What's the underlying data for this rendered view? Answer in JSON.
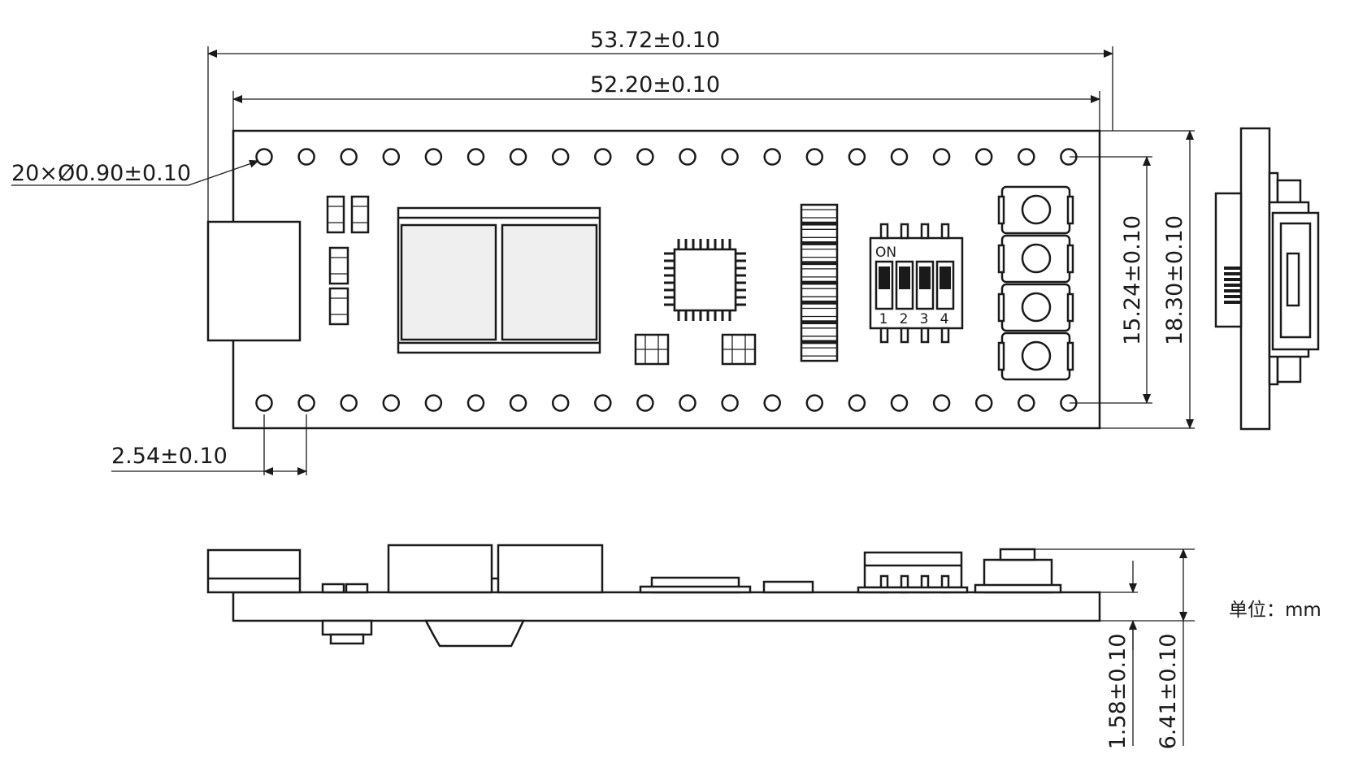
{
  "dimensions": {
    "overall_length": "53.72±0.10",
    "pcb_length": "52.20±0.10",
    "hole_spec": "20×Ø0.90±0.10",
    "pin_pitch": "2.54±0.10",
    "row_spacing": "15.24±0.10",
    "board_width": "18.30±0.10",
    "pcb_thickness": "1.58±0.10",
    "total_height": "6.41±0.10"
  },
  "dip_switch": {
    "on_label": "ON",
    "positions": [
      "1",
      "2",
      "3",
      "4"
    ]
  },
  "unit_label": "单位：mm"
}
